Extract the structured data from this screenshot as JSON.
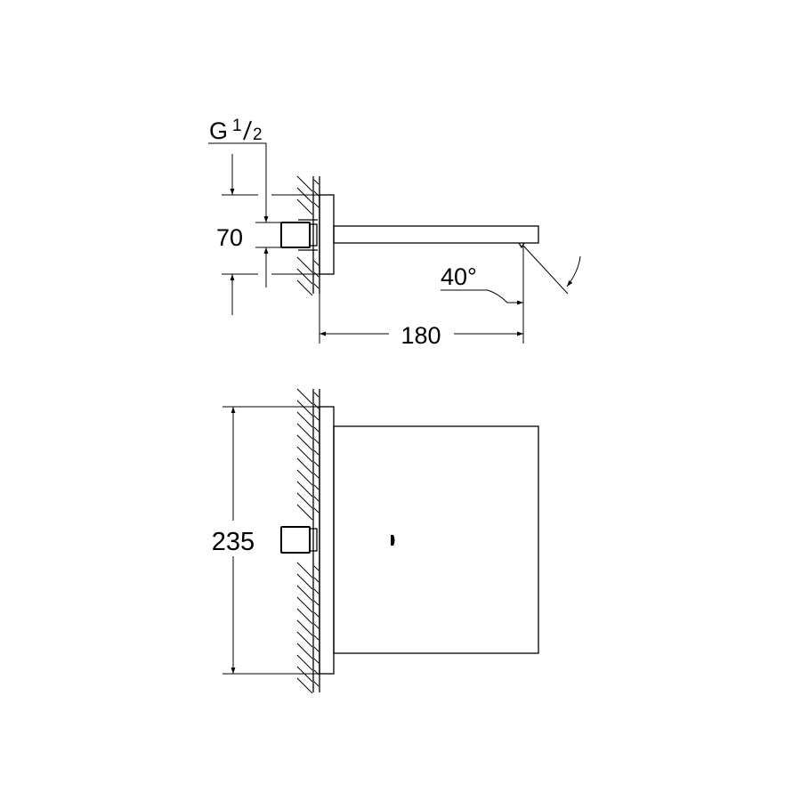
{
  "drawing": {
    "side_view": {
      "thread_label": "G",
      "thread_fraction_num": "1",
      "thread_fraction_den": "2",
      "height_dim": "70",
      "projection_dim": "180",
      "angle_dim": "40°"
    },
    "front_view": {
      "height_dim": "235"
    },
    "colors": {
      "line": "#000000",
      "background": "#ffffff"
    }
  }
}
